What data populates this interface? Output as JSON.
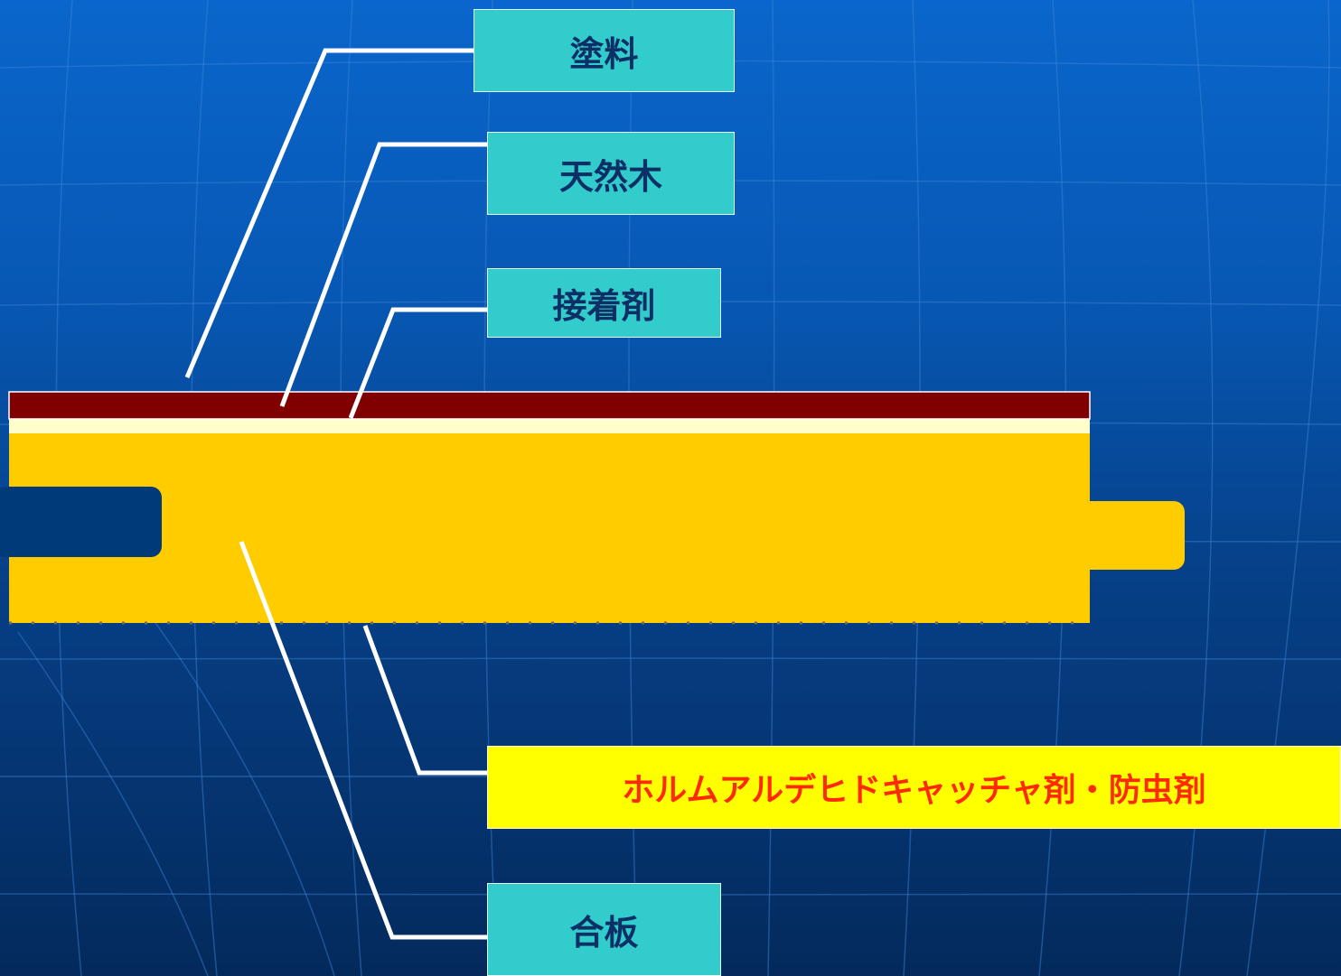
{
  "labels": {
    "paint": "塗料",
    "natural_wood": "天然木",
    "adhesive": "接着剤",
    "catcher": "ホルムアルデヒドキャッチャ剤・防虫剤",
    "plywood": "合板"
  },
  "colors": {
    "label_fill": "#33cccc",
    "label_text": "#0c2f66",
    "highlight_fill": "#ffff00",
    "highlight_text": "#ff2a00",
    "top_layer": "#800000",
    "adhesive_layer": "#ffffcc",
    "plywood_layer": "#ffcc00",
    "groove": "#003a78",
    "leader_line": "#ffffff"
  }
}
